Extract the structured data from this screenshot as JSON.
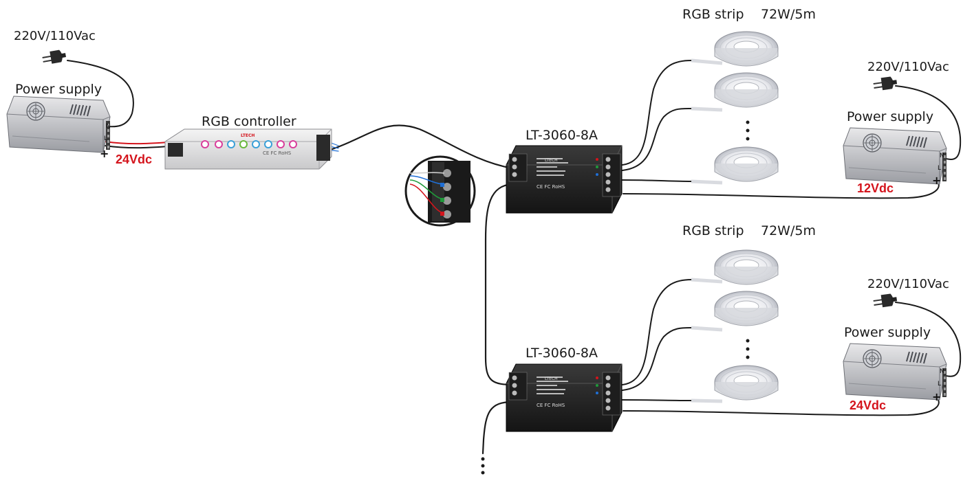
{
  "labels": {
    "mains_left": "220V/110Vac",
    "psu_left": "Power supply",
    "volt_left": "24Vdc",
    "controller": "RGB controller",
    "amp_top": "LT-3060-8A",
    "amp_bottom": "LT-3060-8A",
    "strip_top": "RGB strip",
    "power_top": "72W/5m",
    "strip_bottom": "RGB strip",
    "power_bottom": "72W/5m",
    "mains_right_top": "220V/110Vac",
    "psu_right_top": "Power supply",
    "volt_right_top": "12Vdc",
    "mains_right_bottom": "220V/110Vac",
    "psu_right_bottom": "Power supply",
    "volt_right_bottom": "24Vdc"
  },
  "device_text": {
    "brand": "LTECH",
    "controller_rohs": "CE FC RoHS",
    "amp_rohs": "CE FC RoHS",
    "psu_n": "N",
    "psu_l": "L",
    "psu_plus": "+",
    "psu_minus": "-"
  },
  "colors": {
    "volt_red": "#d4141c",
    "wire": "#1a1a1a",
    "red_wire": "#d4141c",
    "green_wire": "#1f9a3a",
    "blue_wire": "#1f6fd6",
    "amp_body": "#2b2b2b"
  },
  "icons": {
    "plug": "eu-plug-icon",
    "continuation": "ellipsis-dots"
  }
}
